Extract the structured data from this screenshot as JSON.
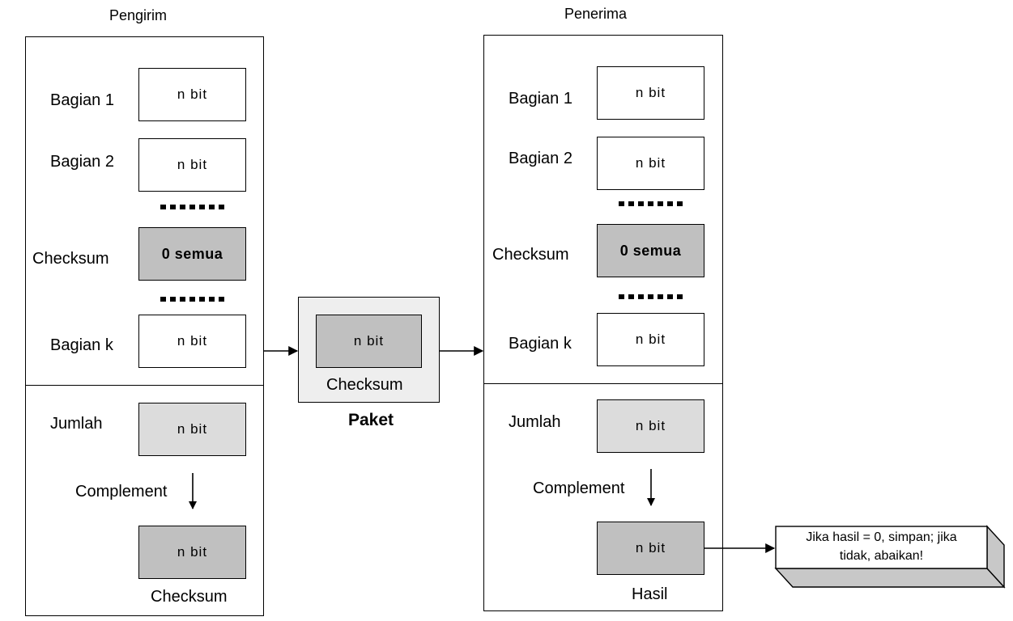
{
  "sender": {
    "title": "Pengirim",
    "labels": {
      "part1": "Bagian 1",
      "part2": "Bagian 2",
      "checksum": "Checksum",
      "partk": "Bagian k",
      "sum": "Jumlah",
      "complement": "Complement",
      "result": "Checksum"
    },
    "boxes": {
      "part1": "n bit",
      "part2": "n bit",
      "checksum": "0 semua",
      "partk": "n bit",
      "sum": "n bit",
      "result": "n bit"
    }
  },
  "packet": {
    "title": "Paket",
    "inner": "n bit",
    "caption": "Checksum"
  },
  "receiver": {
    "title": "Penerima",
    "labels": {
      "part1": "Bagian 1",
      "part2": "Bagian 2",
      "checksum": "Checksum",
      "partk": "Bagian k",
      "sum": "Jumlah",
      "complement": "Complement",
      "result": "Hasil"
    },
    "boxes": {
      "part1": "n bit",
      "part2": "n bit",
      "checksum": "0 semua",
      "partk": "n bit",
      "sum": "n bit",
      "result": "n bit"
    }
  },
  "decision": {
    "line1": "Jika hasil = 0, simpan; jika",
    "line2": "tidak, abaikan!"
  },
  "colors": {
    "white_box": "#ffffff",
    "light_box": "#dcdcdc",
    "dark_box": "#c0c0c0",
    "packet_bg": "#eeeeee"
  }
}
